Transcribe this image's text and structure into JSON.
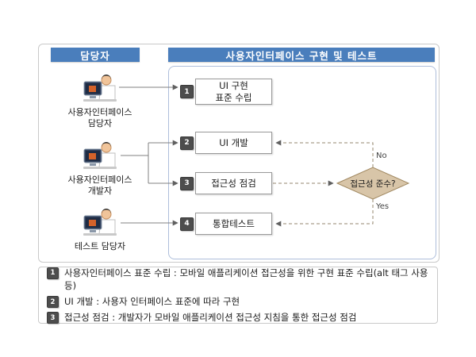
{
  "colors": {
    "header_blue": "#4a7ebc",
    "badge_gray": "#4d4d4d",
    "diamond_fill": "#d8c5a8",
    "diamond_border": "#a08860",
    "connector_gray": "#808080",
    "panel_border": "#c9c9c9",
    "process_border": "#aebedb"
  },
  "lanes": {
    "left_header": "담당자",
    "right_header": "사용자인터페이스 구현 및 테스트"
  },
  "actors": [
    {
      "label": "사용자인터페이스\n담당자"
    },
    {
      "label": "사용자인터페이스\n개발자"
    },
    {
      "label": "테스트 담당자"
    }
  ],
  "steps": [
    {
      "num": "1",
      "label": "UI 구현\n표준 수립"
    },
    {
      "num": "2",
      "label": "UI 개발"
    },
    {
      "num": "3",
      "label": "접근성 점검"
    },
    {
      "num": "4",
      "label": "통합테스트"
    }
  ],
  "decision": {
    "label": "접근성 준수?",
    "no_label": "No",
    "yes_label": "Yes"
  },
  "notes": [
    {
      "num": "1",
      "text": "사용자인터페이스 표준 수립 : 모바일 애플리케이션 접근성을 위한 구현 표준 수립(alt 태그 사용 등)"
    },
    {
      "num": "2",
      "text": "UI 개발 : 사용자 인터페이스 표준에 따라 구현"
    },
    {
      "num": "3",
      "text": "접근성 점검 : 개발자가 모바일 애플리케이션 접근성 지침을 통한 접근성 점검"
    }
  ]
}
